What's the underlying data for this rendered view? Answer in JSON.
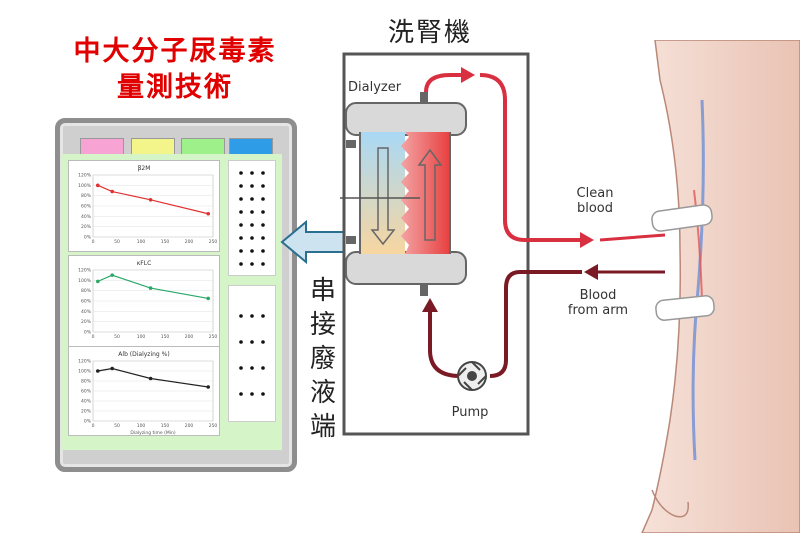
{
  "title": {
    "line1": "中大分子尿毒素",
    "line2": "量測技術"
  },
  "machine_title": "洗腎機",
  "vertical_label": [
    "串",
    "接",
    "廢",
    "液",
    "端"
  ],
  "diagram": {
    "dialyzer": "Dialyzer",
    "clean_blood": [
      "Clean",
      "blood"
    ],
    "blood_from_arm": [
      "Blood",
      "from arm"
    ],
    "pump": "Pump"
  },
  "tablet": {
    "tabs": [
      "#f7a3d3",
      "#f3f58a",
      "#9ef08a",
      "#2f9ce8"
    ],
    "screen_color": "#d5f5c8"
  },
  "chart_data": [
    {
      "type": "line",
      "title": "β2M",
      "color": "#e03030",
      "x": [
        10,
        40,
        120,
        240
      ],
      "y": [
        100,
        88,
        72,
        45
      ],
      "xticks": [
        "0",
        "50",
        "100",
        "150",
        "200",
        "250"
      ],
      "yticks": [
        "0%",
        "20%",
        "40%",
        "60%",
        "80%",
        "100%",
        "120%"
      ],
      "xlim": [
        0,
        250
      ],
      "ylim": [
        0,
        120
      ]
    },
    {
      "type": "line",
      "title": "κFLC",
      "color": "#2aa86a",
      "x": [
        10,
        40,
        120,
        240
      ],
      "y": [
        98,
        110,
        85,
        65
      ],
      "xticks": [
        "0",
        "50",
        "100",
        "150",
        "200",
        "250"
      ],
      "yticks": [
        "0%",
        "20%",
        "40%",
        "60%",
        "80%",
        "100%",
        "120%"
      ],
      "xlim": [
        0,
        250
      ],
      "ylim": [
        0,
        120
      ]
    },
    {
      "type": "line",
      "title": "Alb (Dialyzing %)",
      "xlabel": "Dialyzing time (Min)",
      "color": "#222222",
      "x": [
        10,
        40,
        120,
        240
      ],
      "y": [
        100,
        105,
        85,
        68
      ],
      "xticks": [
        "0",
        "50",
        "100",
        "150",
        "200",
        "250"
      ],
      "yticks": [
        "0%",
        "20%",
        "40%",
        "60%",
        "80%",
        "100%",
        "120%"
      ],
      "xlim": [
        0,
        250
      ],
      "ylim": [
        0,
        120
      ]
    }
  ]
}
